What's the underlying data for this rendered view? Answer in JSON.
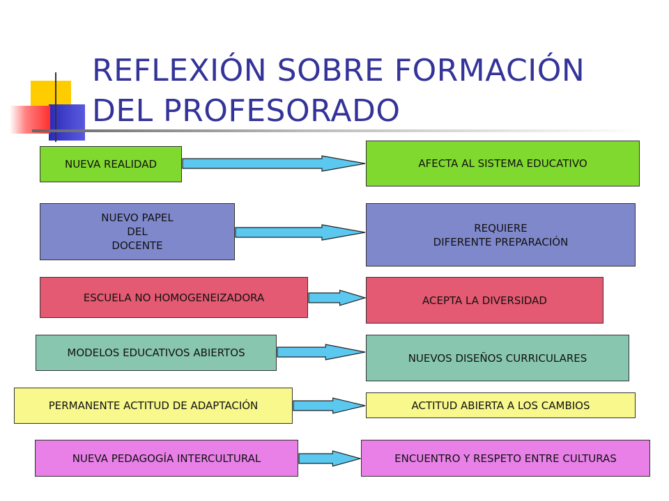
{
  "title": "REFLEXIÓN SOBRE FORMACIÓN DEL PROFESORADO",
  "colors": {
    "title": "#333399",
    "green": "#80D92E",
    "blue": "#8088CC",
    "red": "#E45A72",
    "teal": "#88C6B0",
    "yellow": "#F8F88C",
    "pink": "#E880E8",
    "arrow_fill": "#5BC8F0",
    "deco_yellow": "#FFCC00",
    "deco_blue": "#3333CC",
    "deco_red": "#FF3333"
  },
  "rows": [
    {
      "left": "NUEVA REALIDAD",
      "right": "AFECTA AL SISTEMA EDUCATIVO",
      "color": "green"
    },
    {
      "left": "NUEVO PAPEL\nDEL\nDOCENTE",
      "right": "REQUIERE\nDIFERENTE PREPARACIÓN",
      "color": "blue"
    },
    {
      "left": "ESCUELA NO HOMOGENEIZADORA",
      "right": "ACEPTA LA DIVERSIDAD",
      "color": "red"
    },
    {
      "left": "MODELOS EDUCATIVOS ABIERTOS",
      "right": "NUEVOS DISEÑOS CURRICULARES",
      "color": "teal"
    },
    {
      "left": "PERMANENTE ACTITUD DE ADAPTACIÓN",
      "right": "ACTITUD ABIERTA A LOS CAMBIOS",
      "color": "yellow"
    },
    {
      "left": "NUEVA PEDAGOGÍA INTERCULTURAL",
      "right": "ENCUENTRO Y RESPETO ENTRE CULTURAS",
      "color": "pink"
    }
  ]
}
